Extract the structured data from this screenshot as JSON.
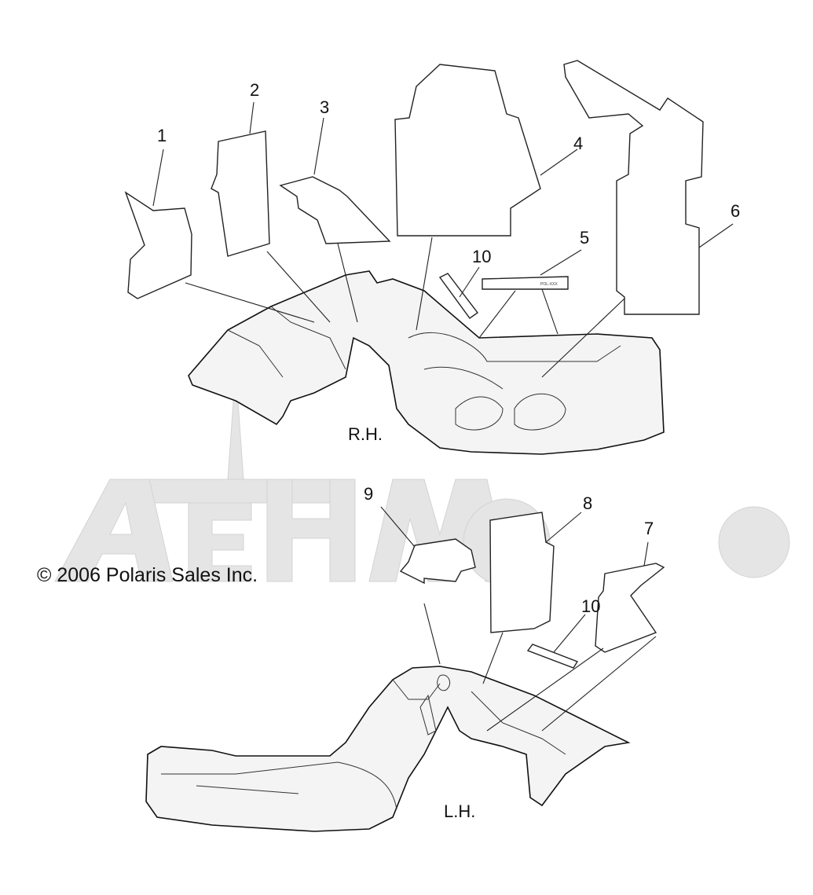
{
  "copyright": "© 2006 Polaris Sales Inc.",
  "side_labels": {
    "right": "R.H.",
    "left": "L.H."
  },
  "callouts": [
    "1",
    "2",
    "3",
    "4",
    "5",
    "6",
    "10",
    "9",
    "8",
    "7",
    "10"
  ],
  "watermark": "AeHMoMo",
  "sticker_text": "POL-XXX"
}
